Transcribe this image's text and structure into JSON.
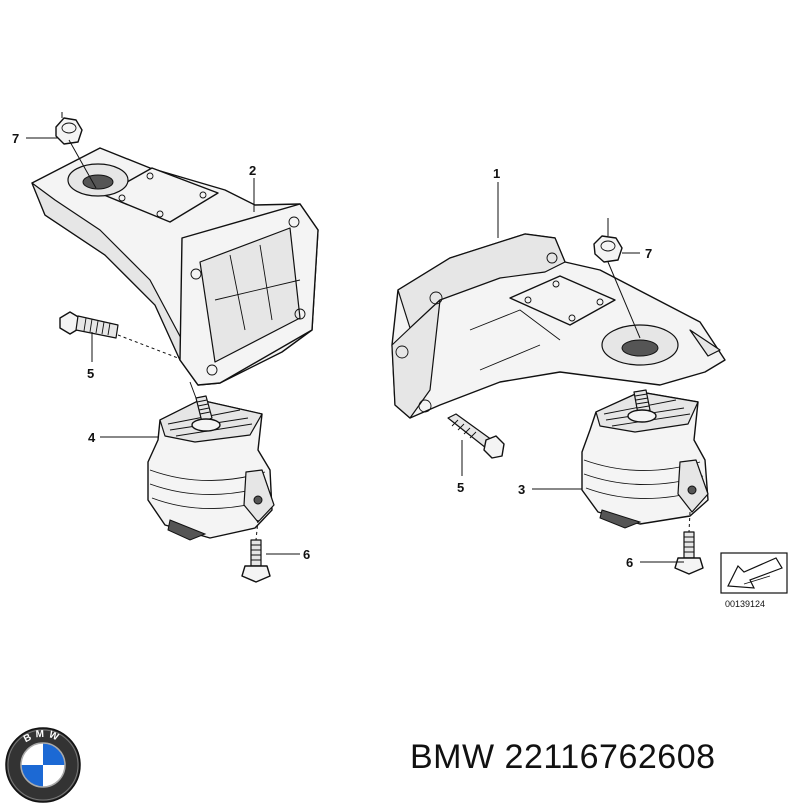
{
  "callouts": {
    "c1": "1",
    "c2": "2",
    "c3": "3",
    "c4": "4",
    "c5_left": "5",
    "c5_right": "5",
    "c6_left": "6",
    "c6_right": "6",
    "c7_left": "7",
    "c7_right": "7"
  },
  "reference_code": "00139124",
  "logo": {
    "icon": "bmw-roundel-icon",
    "letters": "BMW",
    "colors": {
      "blue": "#1c69d4",
      "white": "#ffffff",
      "ring": "#222222"
    }
  },
  "footer": {
    "part_number": "BMW 22116762608"
  }
}
